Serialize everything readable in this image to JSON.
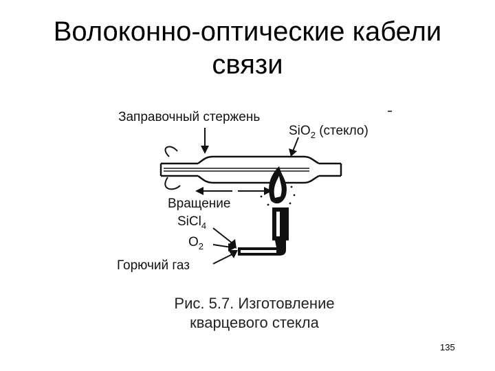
{
  "slide": {
    "title_line1": "Волоконно-оптические кабели",
    "title_line2": "связи",
    "page_number": "135"
  },
  "figure": {
    "labels": {
      "rod": "Заправочный стержень",
      "sio2": "SiO",
      "sio2_sub": "2",
      "sio2_tail": " (стекло)",
      "rotation": "Вращение",
      "sicl4": "SiCl",
      "sicl4_sub": "4",
      "o2": "O",
      "o2_sub": "2",
      "gas": "Горючий газ"
    },
    "caption_line1": "Рис. 5.7. Изготовление",
    "caption_line2": "кварцевого стекла"
  }
}
